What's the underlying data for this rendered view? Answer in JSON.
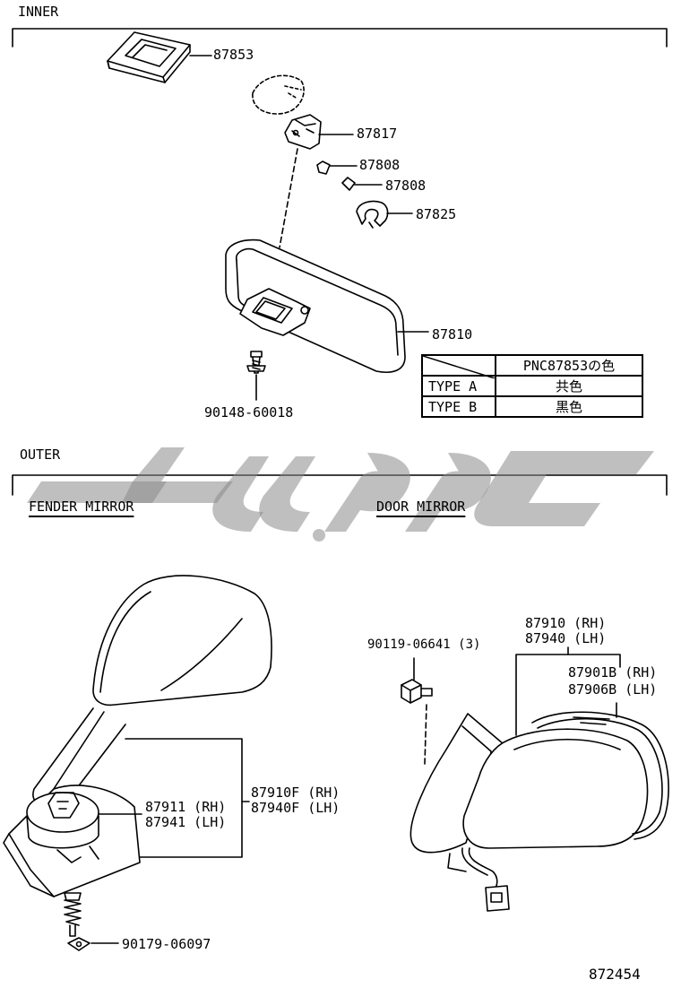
{
  "sections": {
    "inner": "INNER",
    "outer": "OUTER",
    "fender_mirror": "FENDER MIRROR",
    "door_mirror": "DOOR MIRROR"
  },
  "parts": {
    "p87853": "87853",
    "p87817": "87817",
    "p87808a": "87808",
    "p87808b": "87808",
    "p87825": "87825",
    "p87810": "87810",
    "p90148": "90148-60018",
    "p87911": "87911 (RH)",
    "p87941": "87941 (LH)",
    "p87910F": "87910F (RH)",
    "p87940F": "87940F (LH)",
    "p90179": "90179-06097",
    "p90119": "90119-06641 (3)",
    "p87910": "87910 (RH)",
    "p87940": "87940 (LH)",
    "p87901B": "87901B (RH)",
    "p87906B": "87906B (LH)"
  },
  "color_table": {
    "header": "PNC87853の色",
    "rows": [
      {
        "type": "TYPE A",
        "color": "共色"
      },
      {
        "type": "TYPE B",
        "color": "黒色"
      }
    ]
  },
  "figure_number": "872454"
}
